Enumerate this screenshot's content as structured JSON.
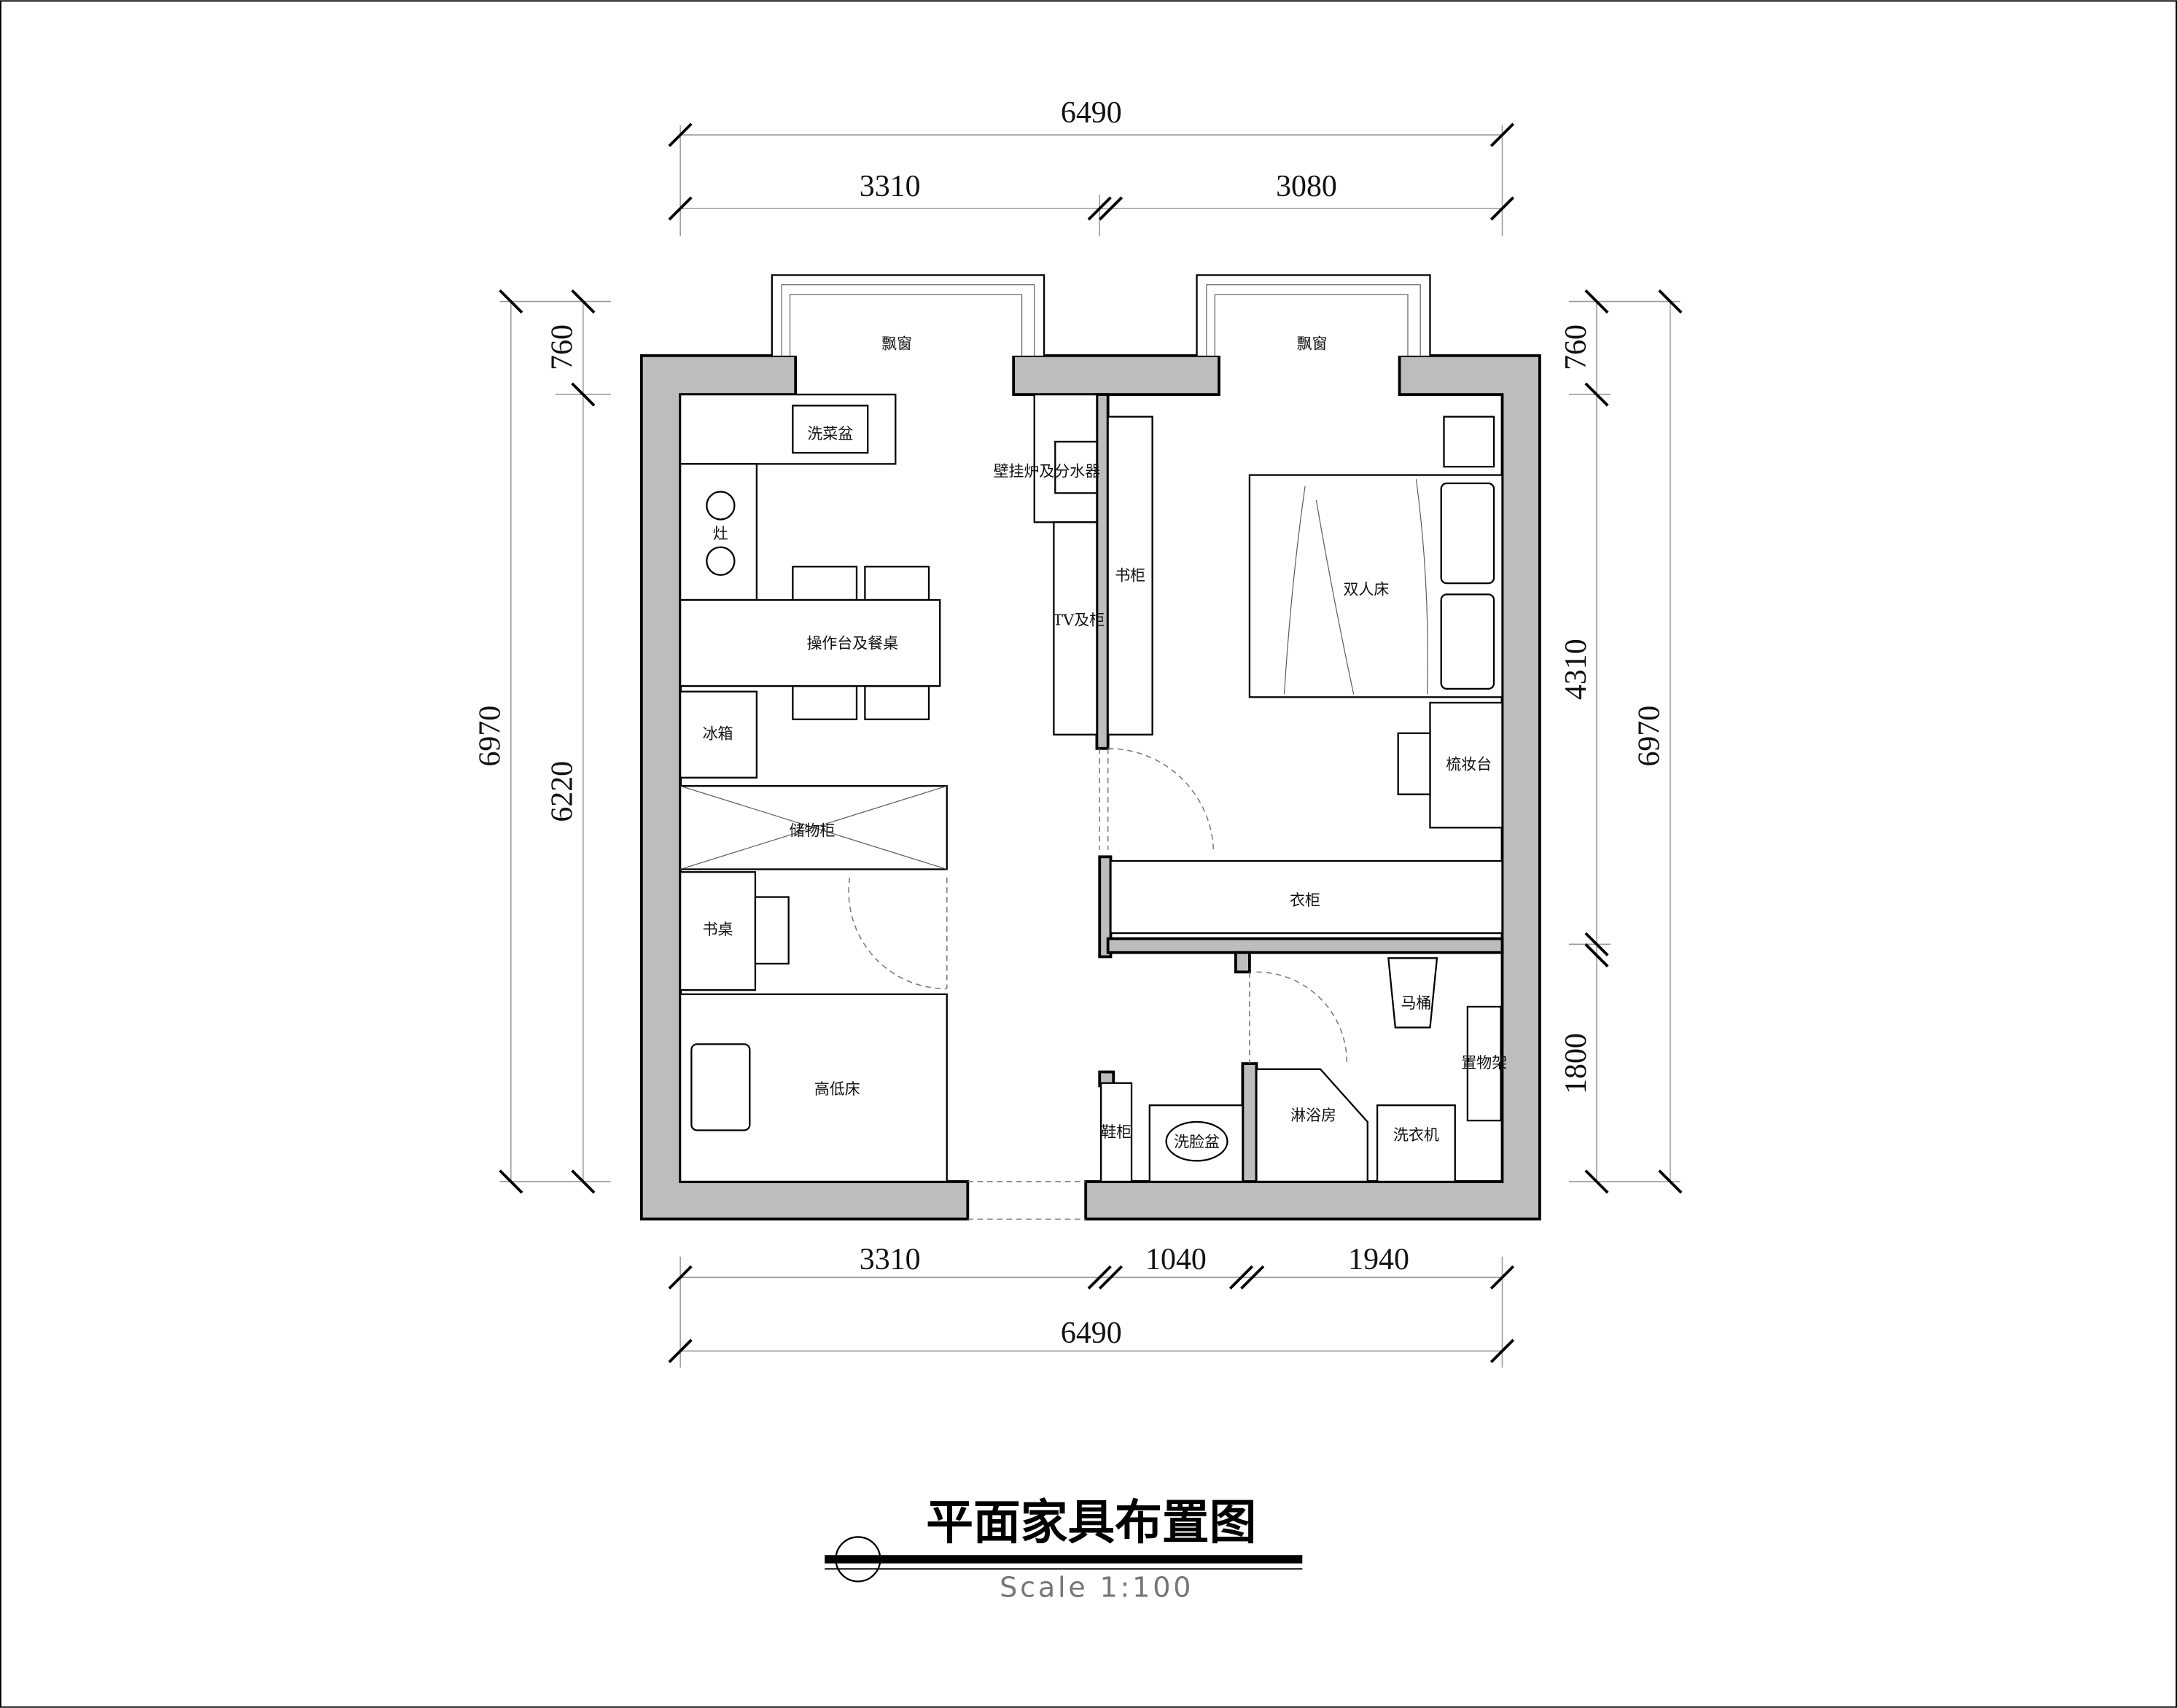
{
  "title": "平面家具布置图",
  "scale": "Scale    1:100",
  "dimensions": {
    "top_total": "6490",
    "top_left": "3310",
    "top_right": "3080",
    "bottom_left": "3310",
    "bottom_mid": "1040",
    "bottom_right": "1940",
    "bottom_total": "6490",
    "left_outer": "6970",
    "left_inner": "6220",
    "left_top": "760",
    "right_top": "760",
    "right_mid": "4310",
    "right_bottom": "1800",
    "right_outer": "6970"
  },
  "rooms": {
    "bay_window_left": "飘窗",
    "bay_window_right": "飘窗",
    "sink": "洗菜盆",
    "stove": "灶",
    "boiler": "壁挂炉及分水器",
    "counter": "操作台及餐桌",
    "fridge": "冰箱",
    "bookcase": "书柜",
    "tv": "TV及柜",
    "double_bed": "双人床",
    "dresser": "梳妆台",
    "storage": "储物柜",
    "wardrobe": "衣柜",
    "desk": "书桌",
    "bunk_bed": "高低床",
    "toilet": "马桶",
    "shelf": "置物架",
    "shoe_cabinet": "鞋柜",
    "washbasin": "洗脸盆",
    "shower": "淋浴房",
    "washer": "洗衣机"
  }
}
